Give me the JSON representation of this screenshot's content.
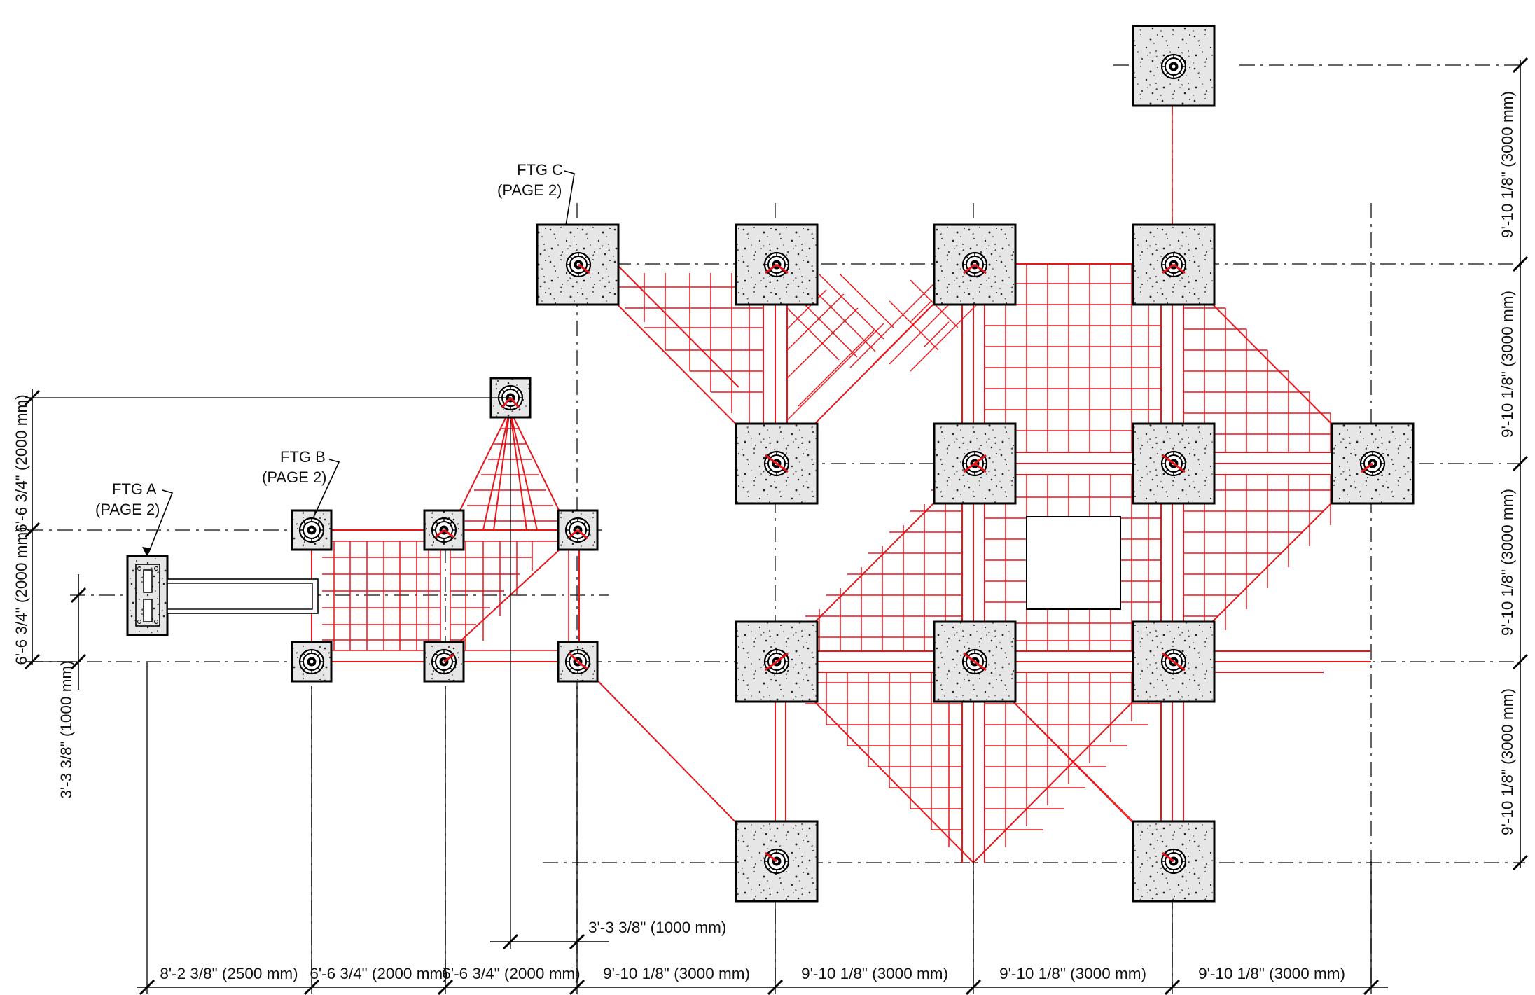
{
  "labels": [
    {
      "id": "ftg-a",
      "name": "FTG A",
      "page": "(PAGE 2)"
    },
    {
      "id": "ftg-b",
      "name": "FTG B",
      "page": "(PAGE 2)"
    },
    {
      "id": "ftg-c",
      "name": "FTG C",
      "page": "(PAGE 2)"
    }
  ],
  "bottom_dims": [
    "8'-2 3/8\" (2500 mm)",
    "6'-6 3/4\" (2000 mm)",
    "6'-6 3/4\" (2000 mm)",
    "9'-10 1/8\" (3000 mm)",
    "9'-10 1/8\" (3000 mm)",
    "9'-10 1/8\" (3000 mm)",
    "9'-10 1/8\" (3000 mm)"
  ],
  "offset_dim": "3'-3 3/8\" (1000 mm)",
  "left_dims": [
    "6'-6 3/4\" (2000 mm)",
    "6'-6 3/4\" (2000 mm)",
    "3'-3 3/8\" (1000 mm)"
  ],
  "right_dims": [
    "9'-10 1/8\" (3000 mm)",
    "9'-10 1/8\" (3000 mm)",
    "9'-10 1/8\" (3000 mm)",
    "9'-10 1/8\" (3000 mm)"
  ],
  "colors": {
    "framing": "#e8151b",
    "lines": "#000000",
    "footing_fill": "#e6e6e6"
  }
}
